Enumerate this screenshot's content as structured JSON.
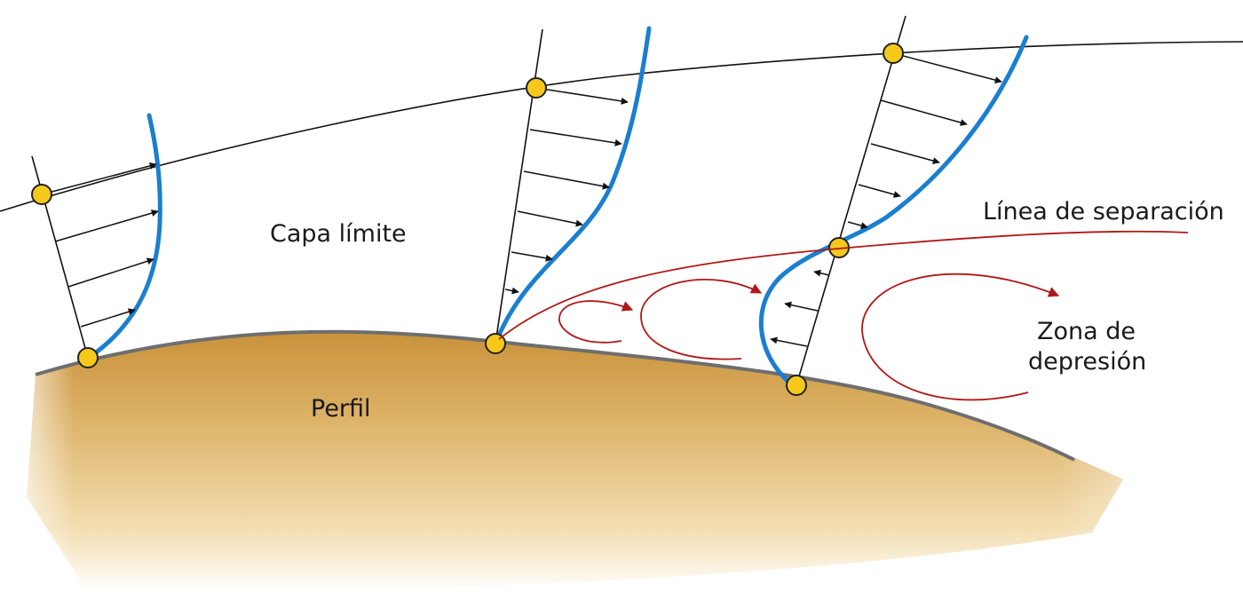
{
  "labels": {
    "boundary_layer": "Capa límite",
    "separation_line": "Línea de separación",
    "wake_zone_line1": "Zona de",
    "wake_zone_line2": "depresión",
    "profile": "Perfil"
  },
  "colors": {
    "velocity_profile": "#1a7fd0",
    "separation_and_vortices": "#b01818",
    "marker_points": "#f6c81a",
    "airfoil_light": "#f2dcae",
    "airfoil_dark": "#c9923a",
    "surface_edge": "#6e6e6e"
  }
}
